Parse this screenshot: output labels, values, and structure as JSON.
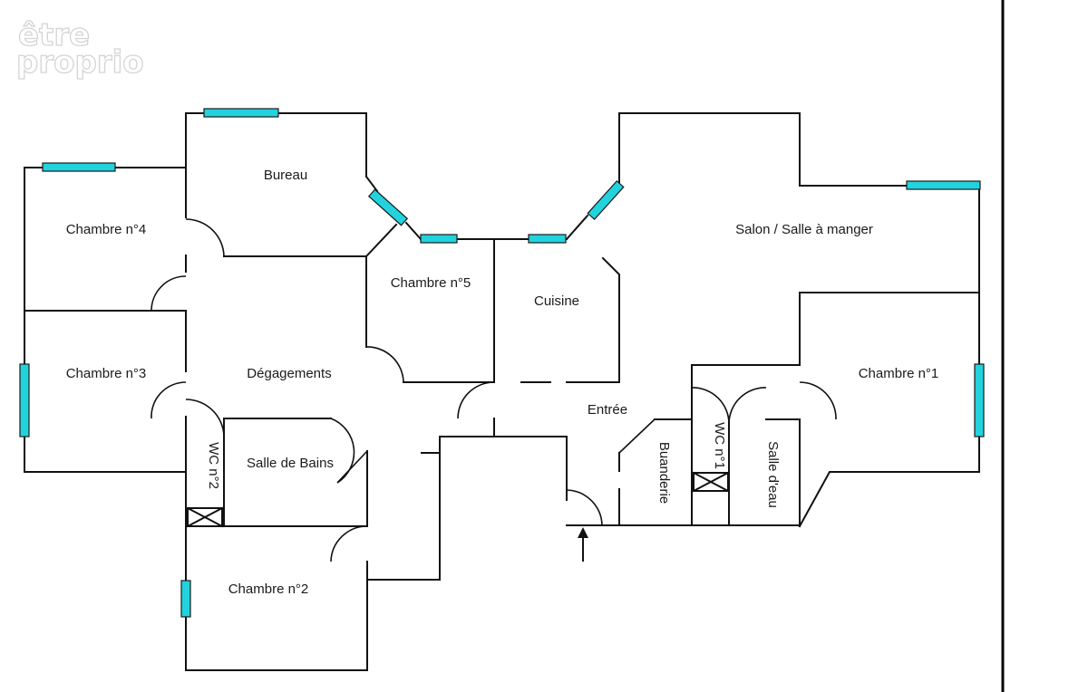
{
  "logo": {
    "line1": "être",
    "line2": "proprio"
  },
  "rooms": {
    "chambre4": "Chambre n°4",
    "bureau": "Bureau",
    "chambre5": "Chambre n°5",
    "cuisine": "Cuisine",
    "salon": "Salon / Salle à manger",
    "chambre3": "Chambre n°3",
    "degagements": "Dégagements",
    "chambre1": "Chambre n°1",
    "entree": "Entrée",
    "wc2": "WC n°2",
    "salle_bains": "Salle de Bains",
    "buanderie": "Buanderie",
    "wc1": "WC n°1",
    "salle_eau": "Salle d'eau",
    "chambre2": "Chambre n°2"
  },
  "colors": {
    "window": "#22d3dd",
    "wall": "#111111"
  },
  "icons": {
    "entrance": "entrance-arrow-icon"
  }
}
